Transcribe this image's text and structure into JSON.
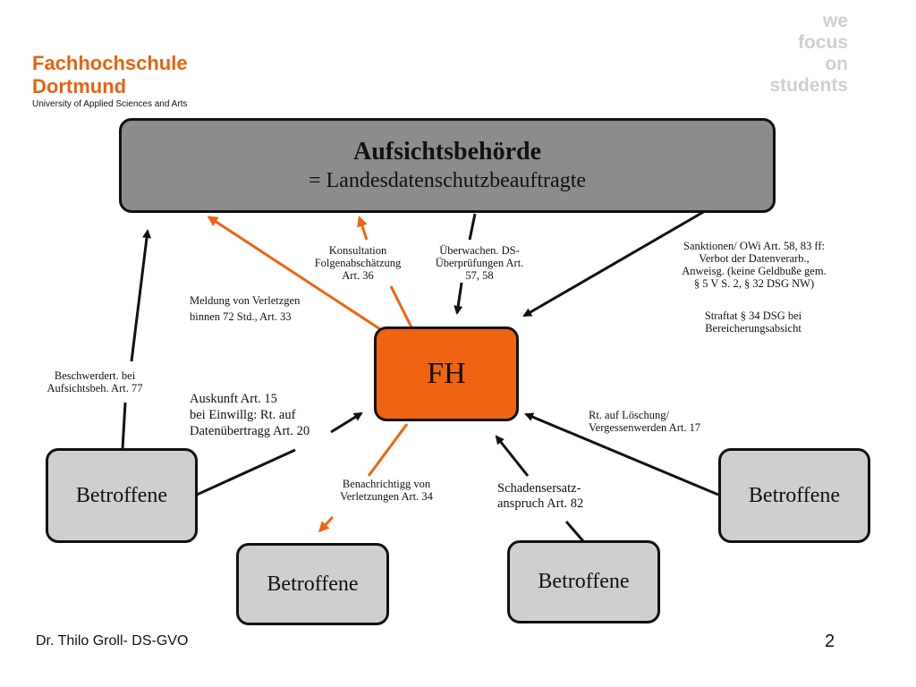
{
  "logo": {
    "line1": "Fachhochschule",
    "line2": "Dortmund",
    "line3": "University of Applied Sciences and Arts"
  },
  "slogan": [
    "we",
    "focus",
    "on",
    "students"
  ],
  "authority": {
    "title": "Aufsichtsbehörde",
    "subtitle": "= Landesdatenschutzbeauftragte"
  },
  "center": {
    "label": "FH"
  },
  "affected_label": "Betroffene",
  "labels": {
    "konsultation": [
      "Konsultation",
      "Folgenabschätzung",
      "Art. 36"
    ],
    "ueberwachen": [
      "Überwachen. DS-",
      "Überprüfungen Art.",
      "57, 58"
    ],
    "sanktionen": [
      "Sanktionen/ OWi Art. 58, 83 ff:",
      "Verbot der Datenverarb.,",
      "Anweisg. (keine Geldbuße gem.",
      "§ 5 V S. 2, § 32 DSG NW)"
    ],
    "straftat": [
      "Straftat § 34 DSG bei",
      "Bereicherungsabsicht"
    ],
    "meldung": [
      "Meldung von Verletzgen",
      "binnen 72 Std., Art. 33"
    ],
    "beschwerde": [
      "Beschwerdert. bei",
      "Aufsichtsbeh. Art. 77"
    ],
    "auskunft": [
      "Auskunft Art. 15",
      "bei Einwillg: Rt. auf",
      "Datenübertragg Art. 20"
    ],
    "loeschung": [
      "Rt. auf Löschung/",
      "Vergessenwerden Art. 17"
    ],
    "benachrichtigung": [
      "Benachrichtigg von",
      "Verletzungen Art. 34"
    ],
    "schadensersatz": [
      "Schadensersatz-",
      "anspruch Art. 82"
    ]
  },
  "footer": {
    "author": "Dr. Thilo Groll- DS-GVO",
    "page": "2"
  },
  "colors": {
    "orange": "#ee6411",
    "grey_dark": "#8c8c8c",
    "grey_light": "#cfcfcf",
    "logo_orange": "#e8620f"
  }
}
